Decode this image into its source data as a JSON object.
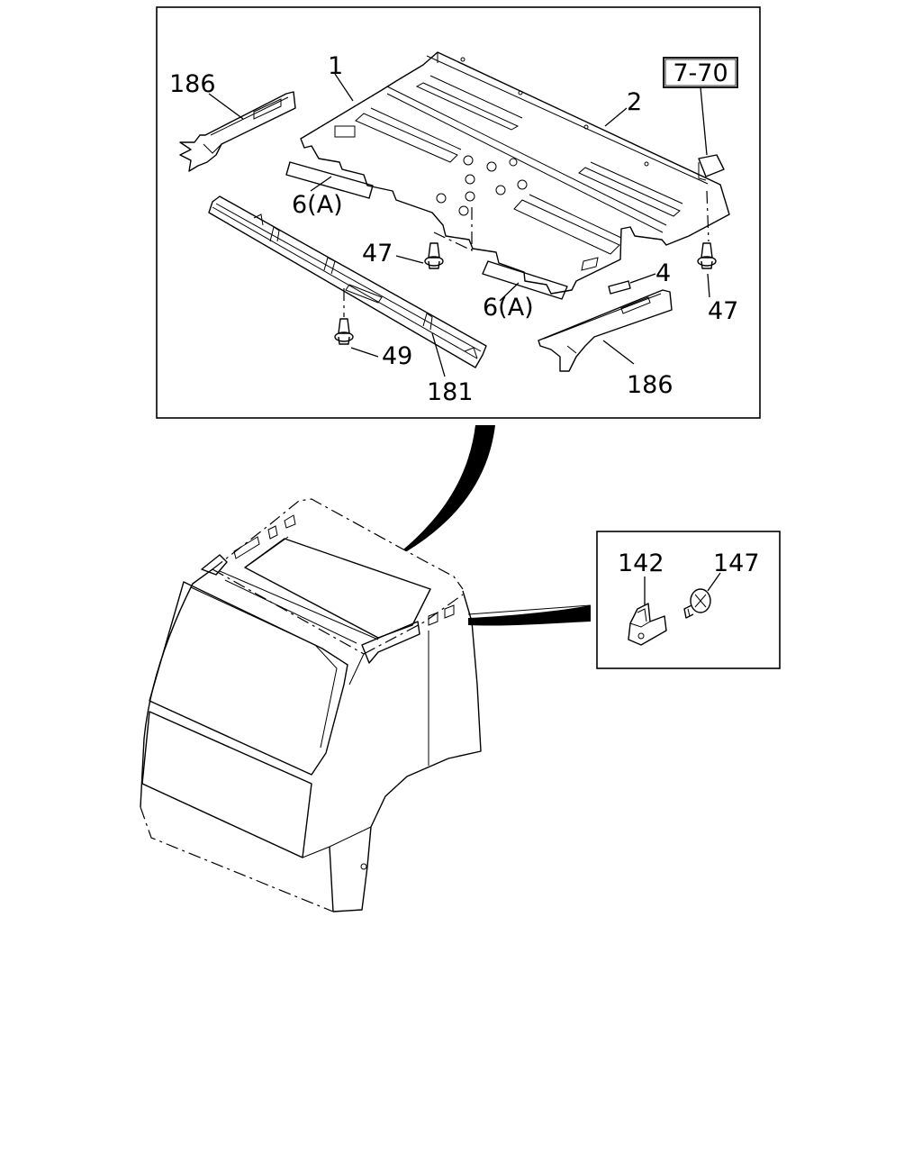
{
  "diagram": {
    "callouts": {
      "c1": "1",
      "c2": "2",
      "c4": "4",
      "c6a_upper": "6(A)",
      "c6a_lower": "6(A)",
      "c47_left": "47",
      "c47_right": "47",
      "c49": "49",
      "c181": "181",
      "c186_left": "186",
      "c186_right": "186",
      "c142": "142",
      "c147": "147"
    },
    "reference_box": "7-70"
  }
}
